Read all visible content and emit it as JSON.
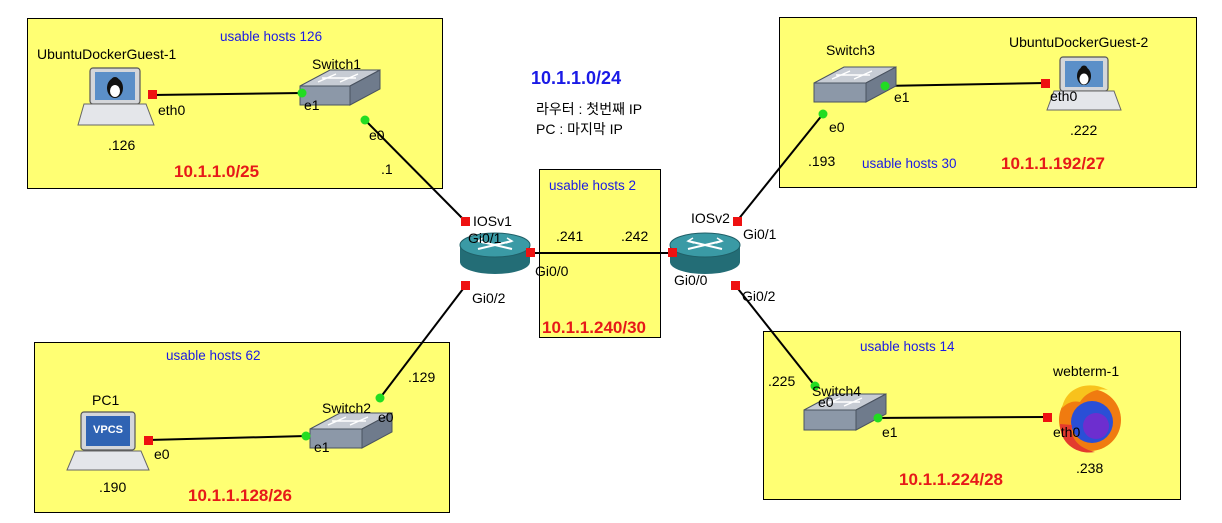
{
  "subnet_main": "10.1.1.0/24",
  "note_lines": [
    "라우터 : 첫번째 IP",
    "PC : 마지막 IP"
  ],
  "zones": {
    "z1": {
      "hosts": "usable hosts 126",
      "subnet": "10.1.1.0/25"
    },
    "z2": {
      "hosts": "usable hosts 62",
      "subnet": "10.1.1.128/26"
    },
    "z3": {
      "hosts": "usable hosts 2",
      "subnet": "10.1.1.240/30"
    },
    "z4": {
      "hosts": "usable hosts 30",
      "subnet": "10.1.1.192/27"
    },
    "z5": {
      "hosts": "usable hosts 14",
      "subnet": "10.1.1.224/28"
    }
  },
  "nodes": {
    "ubuntu1": {
      "name": "UbuntuDockerGuest-1",
      "ip": ".126"
    },
    "switch1": {
      "name": "Switch1"
    },
    "pc1": {
      "name": "PC1",
      "ip": ".190",
      "screen_text": "VPCS"
    },
    "switch2": {
      "name": "Switch2"
    },
    "iosv1": {
      "name": "IOSv1"
    },
    "iosv2": {
      "name": "IOSv2"
    },
    "switch3": {
      "name": "Switch3"
    },
    "ubuntu2": {
      "name": "UbuntuDockerGuest-2",
      "ip": ".222"
    },
    "switch4": {
      "name": "Switch4"
    },
    "webterm": {
      "name": "webterm-1",
      "ip": ".238"
    }
  },
  "ports": {
    "ubuntu1_eth0": "eth0",
    "switch1_e1": "e1",
    "switch1_e0": "e0",
    "iosv1_gi01": "Gi0/1",
    "iosv1_gi00": "Gi0/0",
    "iosv1_gi02": "Gi0/2",
    "iosv2_gi00": "Gi0/0",
    "iosv2_gi01": "Gi0/1",
    "iosv2_gi02": "Gi0/2",
    "switch2_e0": "e0",
    "switch2_e1": "e1",
    "pc1_e0": "e0",
    "switch3_e0": "e0",
    "switch3_e1": "e1",
    "ubuntu2_eth0": "eth0",
    "switch4_e0": "e0",
    "switch4_e1": "e1",
    "webterm_eth0": "eth0"
  },
  "ip_labels": {
    "r1_z1": ".1",
    "r1_z3": ".241",
    "r2_z3": ".242",
    "r2_z4": ".193",
    "r1_z2": ".129",
    "r2_z5": ".225"
  },
  "colors": {
    "zone_fill": "#ffff73",
    "link_up": "#22dd22",
    "link_down": "#ee1111",
    "router_teal": "#2e8c96",
    "switch_gray": "#8c98a8",
    "red_subnet": "#e61919",
    "blue_text": "#1a1ae6"
  }
}
